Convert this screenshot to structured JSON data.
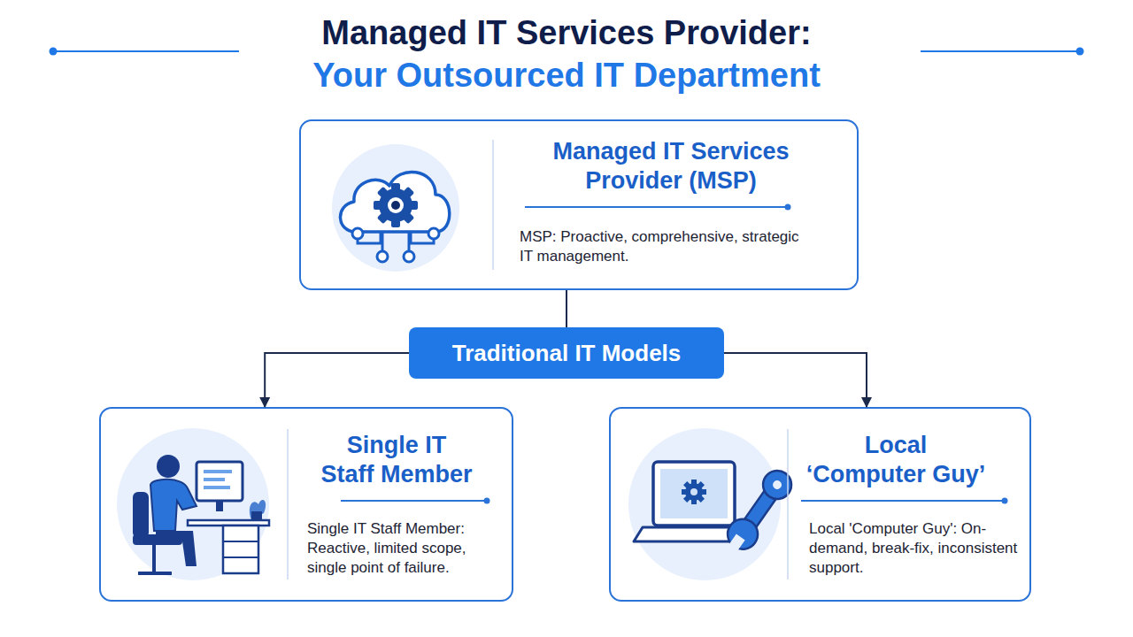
{
  "diagram": {
    "title": "Managed IT Services Provider:",
    "nodes": [
      {
        "text": [
          "Managed IT Services Provider (MSP)",
          "MSP: Proactive, comprehensive, strategic IT management."
        ]
      },
      {
        "text": [
          "Traditional IT Models"
        ]
      },
      {
        "text": [
          "Single IT Staff Member",
          "Single IT Staff Member: Reactive, limited scope, single point of failure."
        ]
      },
      {
        "text": [
          "Local ‘Computer Guy’",
          "Local 'Computer Guy': On-demand, break-fix, inconsistent support."
        ]
      }
    ],
    "edges": [
      {
        "from": 0,
        "to": 1,
        "arrow": "none"
      },
      {
        "from": 1,
        "to": 2,
        "arrow": "to"
      },
      {
        "from": 1,
        "to": 3,
        "arrow": "to"
      }
    ],
    "labels": [
      "Your Outsourced IT Department"
    ]
  }
}
